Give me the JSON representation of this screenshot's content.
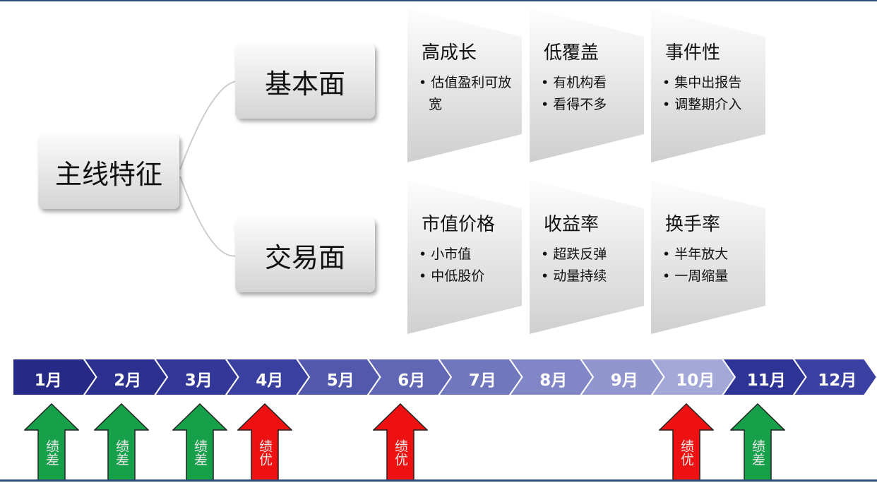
{
  "root": "主线特征",
  "branches": [
    {
      "label": "基本面",
      "panels": [
        {
          "title": "高成长",
          "items": [
            "估值盈利可放宽"
          ]
        },
        {
          "title": "低覆盖",
          "items": [
            "有机构看",
            "看得不多"
          ]
        },
        {
          "title": "事件性",
          "items": [
            "集中出报告",
            "调整期介入"
          ]
        }
      ]
    },
    {
      "label": "交易面",
      "panels": [
        {
          "title": "市值价格",
          "items": [
            "小市值",
            "中低股价"
          ]
        },
        {
          "title": "收益率",
          "items": [
            "超跌反弹",
            "动量持续"
          ]
        },
        {
          "title": "换手率",
          "items": [
            "半年放大",
            "一周缩量"
          ]
        }
      ]
    }
  ],
  "months": [
    "1月",
    "2月",
    "3月",
    "4月",
    "5月",
    "6月",
    "7月",
    "8月",
    "9月",
    "10月",
    "11月",
    "12月"
  ],
  "month_colors": [
    "#262a86",
    "#2c3190",
    "#333898",
    "#3a409f",
    "#5258ac",
    "#6167b4",
    "#7177bd",
    "#8187c6",
    "#9196cf",
    "#a3a8d8",
    "#2e3396",
    "#3a3fa2"
  ],
  "arrows": [
    {
      "month": 1,
      "label": "绩差",
      "color": "#16a04a"
    },
    {
      "month": 2,
      "label": "绩差",
      "color": "#16a04a"
    },
    {
      "month": 3,
      "label": "绩差",
      "color": "#16a04a"
    },
    {
      "month": 4,
      "label": "绩优",
      "color": "#ee1111"
    },
    {
      "month": 6,
      "label": "绩优",
      "color": "#ee1111"
    },
    {
      "month": 10,
      "label": "绩优",
      "color": "#ee1111"
    },
    {
      "month": 11,
      "label": "绩差",
      "color": "#16a04a"
    }
  ]
}
